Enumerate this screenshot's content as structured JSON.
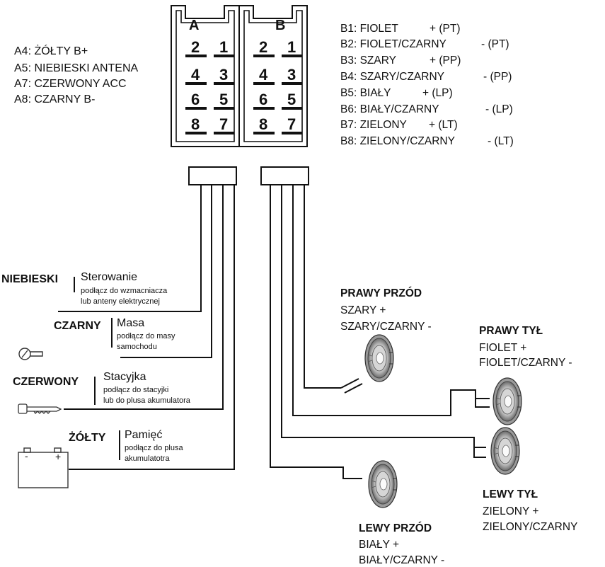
{
  "connector": {
    "a_label": "A",
    "b_label": "B",
    "a_rows": [
      [
        "2",
        "1"
      ],
      [
        "4",
        "3"
      ],
      [
        "6",
        "5"
      ],
      [
        "8",
        "7"
      ]
    ],
    "b_rows": [
      [
        "2",
        "1"
      ],
      [
        "4",
        "3"
      ],
      [
        "6",
        "5"
      ],
      [
        "8",
        "7"
      ]
    ]
  },
  "a_legend": [
    "A4: ŻÓŁTY  B+",
    "A5: NIEBIESKI ANTENA",
    "A7: CZERWONY  ACC",
    "A8: CZARNY B-"
  ],
  "b_legend": [
    {
      "code": "B1: FIOLET",
      "sign": "+ (PT)"
    },
    {
      "code": "B2: FIOLET/CZARNY",
      "sign": "- (PT)"
    },
    {
      "code": "B3: SZARY",
      "sign": "+ (PP)"
    },
    {
      "code": "B4: SZARY/CZARNY",
      "sign": "- (PP)"
    },
    {
      "code": "B5: BIAŁY",
      "sign": "+ (LP)"
    },
    {
      "code": "B6: BIAŁY/CZARNY",
      "sign": "- (LP)"
    },
    {
      "code": "B7: ZIELONY",
      "sign": "+ (LT)"
    },
    {
      "code": "B8: ZIELONY/CZARNY",
      "sign": "- (LT)"
    }
  ],
  "wires": {
    "niebieski": {
      "color": "NIEBIESKI",
      "title": "Sterowanie",
      "desc1": "podłącz do wzmacniacza",
      "desc2": "lub anteny elektrycznej"
    },
    "czarny": {
      "color": "CZARNY",
      "title": "Masa",
      "desc1": "podłącz do masy",
      "desc2": "samochodu"
    },
    "czerwony": {
      "color": "CZERWONY",
      "title": "Stacyjka",
      "desc1": "podłącz do stacyjki",
      "desc2": "lub do plusa akumulatora"
    },
    "zolty": {
      "color": "ŻÓŁTY",
      "title": "Pamięć",
      "desc1": "podłącz do plusa",
      "desc2": "akumulatotra"
    }
  },
  "battery": {
    "minus": "-",
    "plus": "+"
  },
  "speakers": {
    "prawy_przod": {
      "title": "PRAWY PRZÓD",
      "line1": "SZARY  +",
      "line2": "SZARY/CZARNY -"
    },
    "prawy_tyl": {
      "title": "PRAWY TYŁ",
      "line1": "FIOLET  +",
      "line2": "FIOLET/CZARNY -"
    },
    "lewy_tyl": {
      "title": "LEWY TYŁ",
      "line1": "ZIELONY  +",
      "line2": "ZIELONY/CZARNY"
    },
    "lewy_przod": {
      "title": "LEWY PRZÓD",
      "line1": "BIAŁY  +",
      "line2": "BIAŁY/CZARNY  -"
    }
  }
}
